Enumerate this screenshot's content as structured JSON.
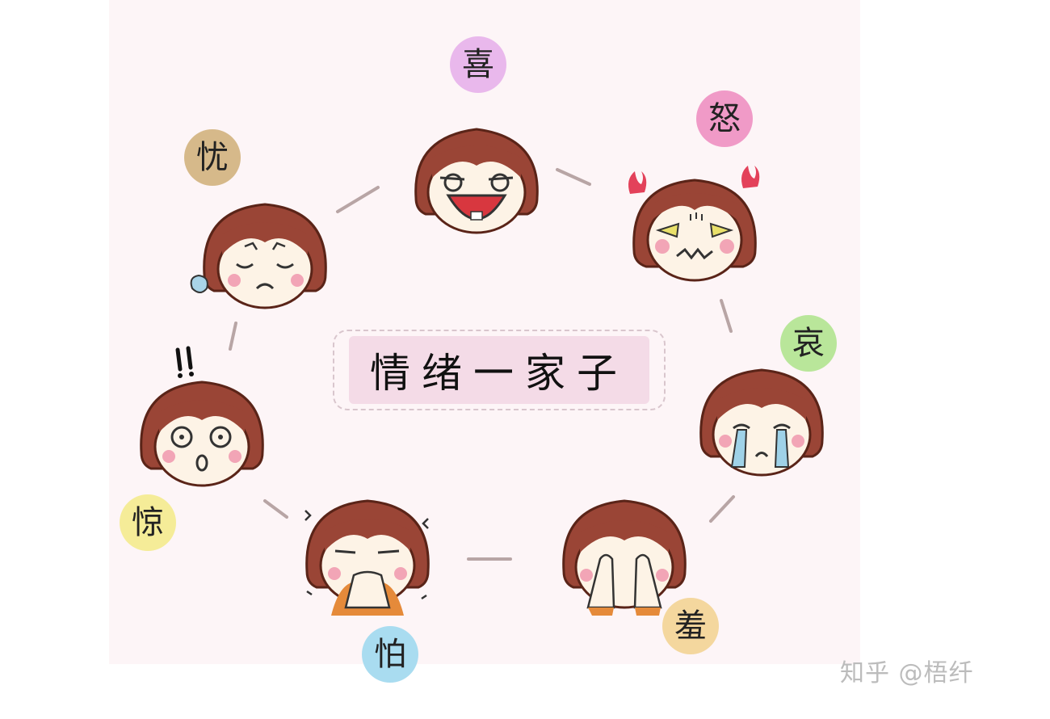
{
  "title": "情绪一家子",
  "watermark": "知乎 @梧纤",
  "emotions": [
    {
      "id": "joy",
      "label": "喜",
      "color": "#e9b8ec"
    },
    {
      "id": "anger",
      "label": "怒",
      "color": "#f09ac7"
    },
    {
      "id": "sorrow",
      "label": "哀",
      "color": "#b9e69a"
    },
    {
      "id": "shy",
      "label": "羞",
      "color": "#f4d79e"
    },
    {
      "id": "fear",
      "label": "怕",
      "color": "#a9dcf0"
    },
    {
      "id": "surprise",
      "label": "惊",
      "color": "#f5ec98"
    },
    {
      "id": "worry",
      "label": "忧",
      "color": "#d6b98a"
    }
  ],
  "colors": {
    "hair": "#9a4536",
    "hair_outline": "#5a2418",
    "face": "#fdf3e6",
    "blush": "#f2a5b6",
    "connector": "#b8a5a5"
  }
}
